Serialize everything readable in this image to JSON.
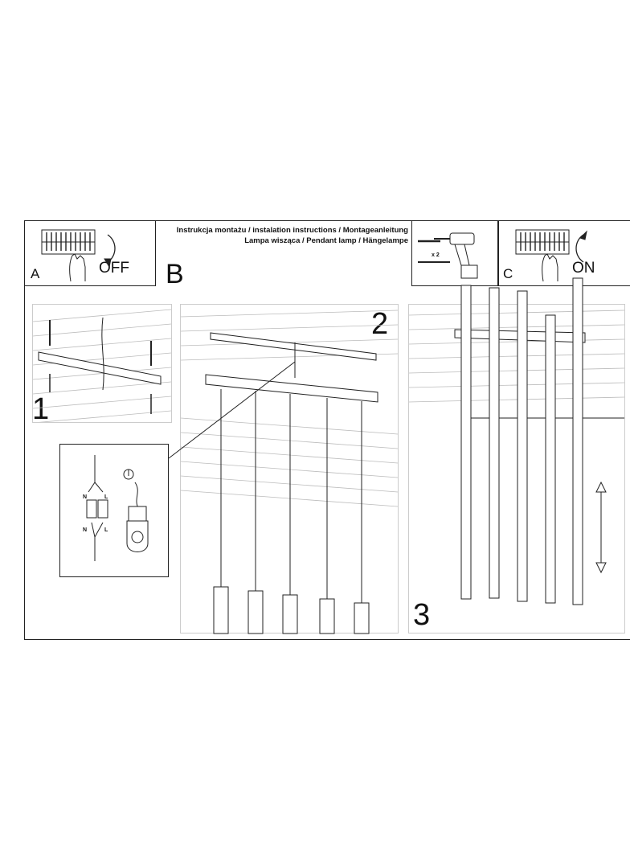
{
  "header": {
    "line1": "Instrukcja montażu / instalation instructions / Montageanleitung",
    "line2": "Lampa wisząca / Pendant lamp / Hängelampe"
  },
  "panel_a": {
    "letter": "A",
    "word": "OFF"
  },
  "panel_b": {
    "letter": "B"
  },
  "panel_c": {
    "letter": "C",
    "word": "ON"
  },
  "drill": {
    "quantity": "x 2"
  },
  "steps": {
    "one": "1",
    "two": "2",
    "three": "3"
  },
  "wiring": {
    "n_top": "N",
    "l_top": "L",
    "n_bottom": "N",
    "l_bottom": "L"
  }
}
